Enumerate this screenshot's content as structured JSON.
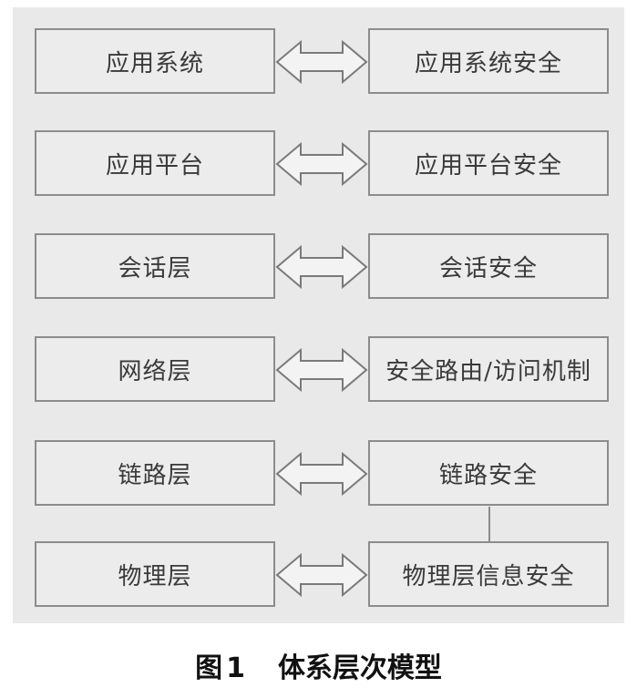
{
  "diagram": {
    "rows": [
      {
        "layer": "应用系统",
        "security": "应用系统安全"
      },
      {
        "layer": "应用平台",
        "security": "应用平台安全"
      },
      {
        "layer": "会话层",
        "security": "会话安全"
      },
      {
        "layer": "网络层",
        "security": "安全路由/访问机制"
      },
      {
        "layer": "链路层",
        "security": "链路安全"
      },
      {
        "layer": "物理层",
        "security": "物理层信息安全"
      }
    ]
  },
  "caption": {
    "label": "图",
    "number": "1",
    "title": "体系层次模型"
  }
}
